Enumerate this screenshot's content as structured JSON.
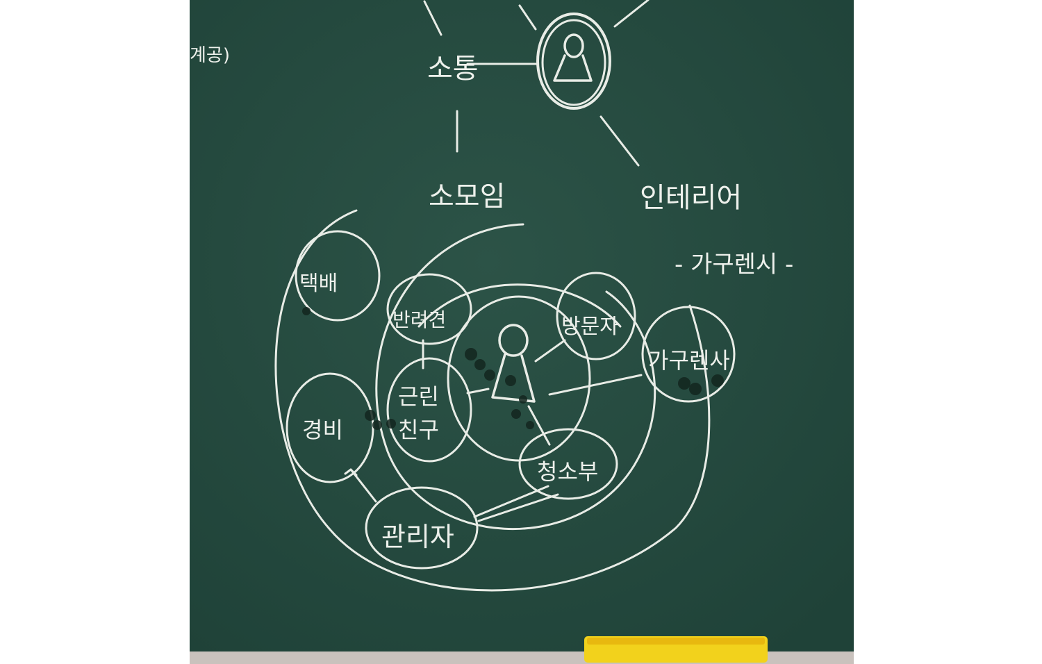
{
  "board": {
    "colors": {
      "chalkboard": "#254a3f",
      "chalk": "#e8ece6",
      "eraser": "#f2d21c",
      "frame": "#c9c2bd"
    },
    "top_labels": {
      "partial_left": "계공)",
      "communication": "소통",
      "small_group": "소모임",
      "interior": "인테리어",
      "furniture_rental_dashed": "- 가구렌시 -"
    },
    "circles": {
      "tech_service": "택배",
      "meal": "반려견",
      "community_friend_line1": "근린",
      "community_friend_line2": "친구",
      "visitor": "방문자",
      "furniture_rental": "가구렌사",
      "caregiver": "경비",
      "manager": "관리자",
      "cleaner": "청소부"
    },
    "icons": [
      "person-icon",
      "person-in-circle-icon"
    ]
  }
}
